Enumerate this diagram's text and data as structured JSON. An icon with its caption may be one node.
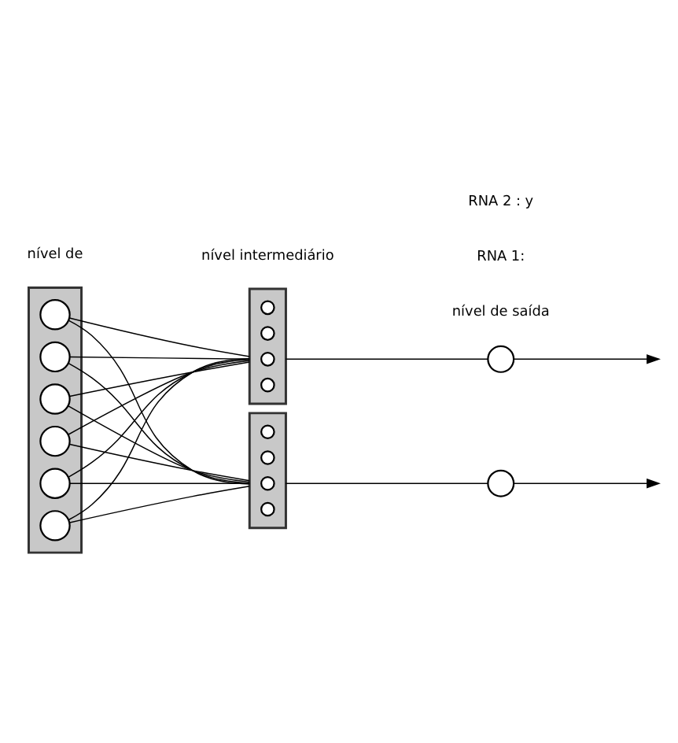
{
  "diagram": {
    "nodes": [
      {
        "text": [],
        "shape": "bar"
      },
      {
        "text": [],
        "shape": "circle",
        "in": 0
      },
      {
        "text": [],
        "shape": "circle",
        "in": 0
      },
      {
        "text": [],
        "shape": "circle",
        "in": 0
      },
      {
        "text": [],
        "shape": "circle",
        "in": 0
      },
      {
        "text": [],
        "shape": "circle",
        "in": 0
      },
      {
        "text": [],
        "shape": "circle",
        "in": 0
      },
      {
        "text": [],
        "shape": "bar"
      },
      {
        "text": [],
        "shape": "circle",
        "in": 7
      },
      {
        "text": [],
        "shape": "circle",
        "in": 7
      },
      {
        "text": [],
        "shape": "circle",
        "in": 7
      },
      {
        "text": [],
        "shape": "circle",
        "in": 7
      },
      {
        "text": [],
        "shape": "bar"
      },
      {
        "text": [],
        "shape": "circle",
        "in": 12
      },
      {
        "text": [],
        "shape": "circle",
        "in": 12
      },
      {
        "text": [],
        "shape": "circle",
        "in": 12
      },
      {
        "text": [],
        "shape": "circle",
        "in": 12
      },
      {
        "text": [],
        "shape": "circle"
      },
      {
        "text": [],
        "shape": "circle"
      }
    ],
    "edges": [
      {
        "from": 1,
        "to": 7,
        "arrow": "none"
      },
      {
        "from": 2,
        "to": 7,
        "arrow": "none"
      },
      {
        "from": 3,
        "to": 7,
        "arrow": "none"
      },
      {
        "from": 4,
        "to": 7,
        "arrow": "none"
      },
      {
        "from": 5,
        "to": 7,
        "arrow": "none"
      },
      {
        "from": 6,
        "to": 7,
        "arrow": "none"
      },
      {
        "from": 1,
        "to": 12,
        "arrow": "none"
      },
      {
        "from": 2,
        "to": 12,
        "arrow": "none"
      },
      {
        "from": 3,
        "to": 12,
        "arrow": "none"
      },
      {
        "from": 4,
        "to": 12,
        "arrow": "none"
      },
      {
        "from": 5,
        "to": 12,
        "arrow": "none"
      },
      {
        "from": 6,
        "to": 12,
        "arrow": "none"
      },
      {
        "from": 7,
        "to": 17,
        "arrow": "none"
      },
      {
        "from": 12,
        "to": 18,
        "arrow": "none"
      },
      {
        "from": 17,
        "to": null,
        "arrow": "to"
      },
      {
        "from": 18,
        "to": null,
        "arrow": "to"
      }
    ],
    "labels": [
      "nível de",
      "nível intermediário",
      "nível de saída",
      "RNA 1:",
      "RNA 2 : y"
    ]
  }
}
